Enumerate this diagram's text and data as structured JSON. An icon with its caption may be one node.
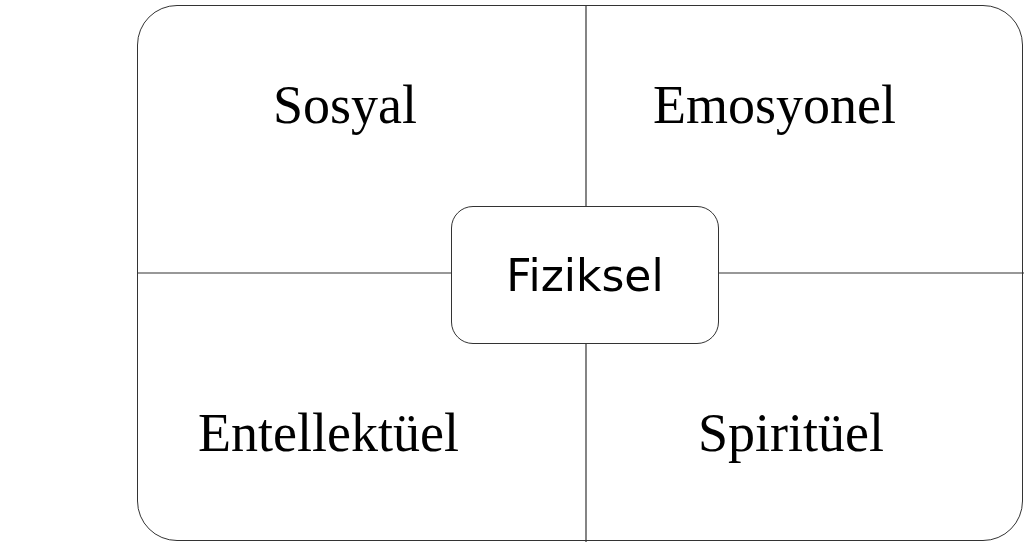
{
  "diagram": {
    "nodes": [
      {
        "text": [],
        "shape": "box"
      },
      {
        "text": [
          "Sosyal"
        ],
        "in": 0
      },
      {
        "text": [
          "Emosyonel"
        ],
        "in": 0
      },
      {
        "text": [
          "Fiziksel"
        ],
        "in": 0
      },
      {
        "text": [
          "Entellektüel"
        ],
        "in": 0
      },
      {
        "text": [
          "Spiritüel"
        ],
        "in": 0
      }
    ]
  }
}
